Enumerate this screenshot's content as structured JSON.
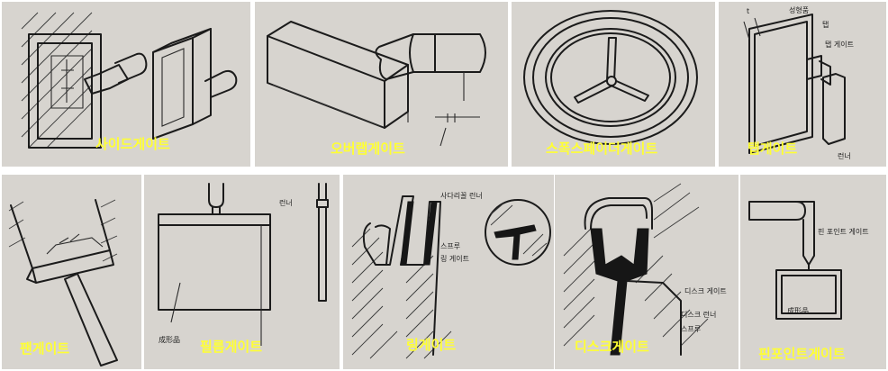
{
  "panels": [
    {
      "caption": "사이드게이트",
      "labels": []
    },
    {
      "caption": "오버랩게이트",
      "labels": []
    },
    {
      "caption": "스폭스페이더게이트",
      "labels": []
    },
    {
      "caption": "탭게이트",
      "labels": [
        "t",
        "성형품",
        "탭",
        "탭 게이트",
        "런너"
      ]
    },
    {
      "caption": "팬게이트",
      "labels": []
    },
    {
      "caption": "필름게이트",
      "labels": [
        "런너",
        "成形品"
      ]
    },
    {
      "caption": "링게이트",
      "labels": [
        "사다리꼴 런너",
        "스프루",
        "링 게이트"
      ]
    },
    {
      "caption": "디스크게이트",
      "labels": [
        "디스크 게이트",
        "디스크 런너",
        "스프루"
      ]
    },
    {
      "caption": "핀포인트게이트",
      "labels": [
        "핀 포인트 게이트",
        "成形品"
      ]
    }
  ],
  "colors": {
    "caption": "#ffff33",
    "background": "#d7d4cf",
    "ink": "#1b1b1b"
  }
}
